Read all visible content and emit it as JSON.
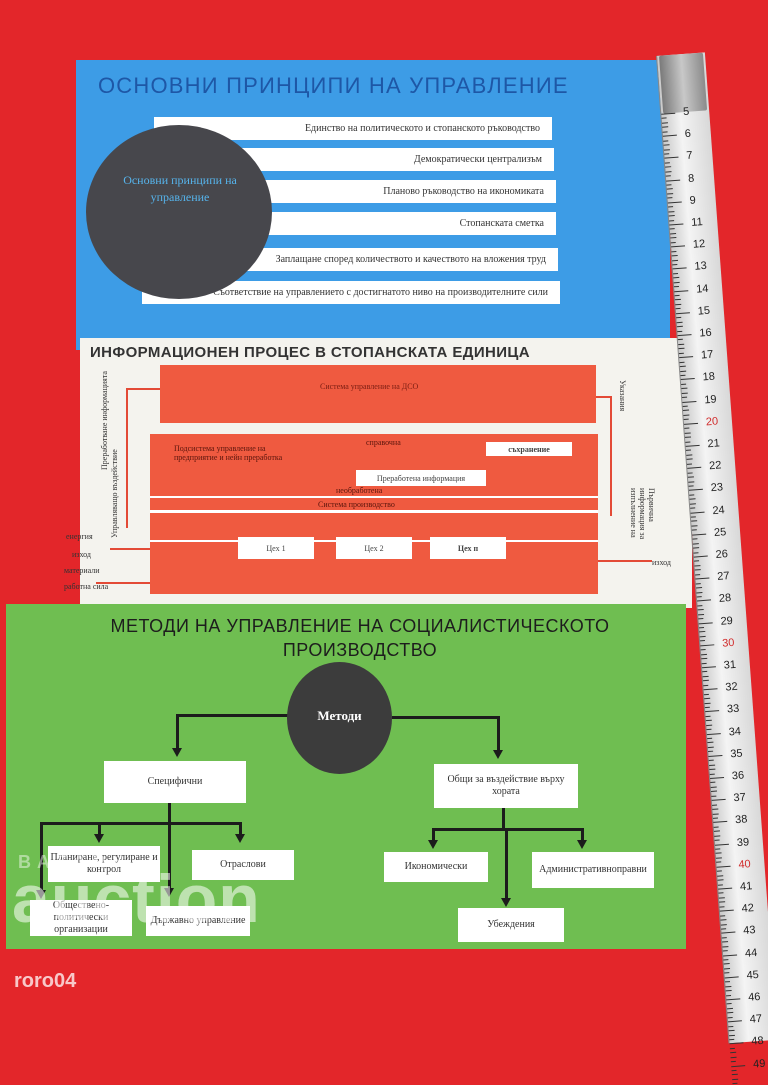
{
  "principles": {
    "title": "ОСНОВНИ ПРИНЦИПИ НА УПРАВЛЕНИЕ",
    "circle_label": "Основни принципи на управление",
    "items": [
      "Единство на политическото и стопанското ръководство",
      "Демократически централизъм",
      "Планово ръководство на икономиката",
      "Стопанската сметка",
      "Заплащане според количеството и качеството на вложения труд",
      "Съответствие на управлението с достигнатото ниво на производителните сили"
    ]
  },
  "information": {
    "title": "ИНФОРМАЦИОНЕН ПРОЦЕС В СТОПАНСКАТА ЕДИНИЦА",
    "dso_system": "Система управление на ДСО",
    "subsystem": "Подсистема управление на предприятие и нейн преработка",
    "reference": "справочна",
    "storage": "съхранение",
    "processed_info": "Преработена информация",
    "unprocessed": "необработена",
    "production_system": "Система производство",
    "left_vertical_1": "Преработване информацията",
    "left_vertical_2": "Управляващо въздействие",
    "right_vertical_1": "Указания",
    "right_vertical_2": "Първична информация за изпълнение на",
    "inputs": [
      "енергия",
      "изход",
      "материали",
      "работна сила"
    ],
    "output": "изход",
    "workshops": [
      "Цех 1",
      "Цех 2",
      "Цех п"
    ]
  },
  "methods": {
    "title": "МЕТОДИ НА УПРАВЛЕНИЕ  НА СОЦИАЛИСТИЧЕСКОТО ПРОИЗВОДСТВО",
    "circle_label": "Методи",
    "specific": "Специфични",
    "general": "Общи за въздействие върху хората",
    "specific_children": [
      "Планиране, регулиране и контрол",
      "Отраслови",
      "Обществено-политически организации",
      "Държавно управление"
    ],
    "general_children": [
      "Икономически",
      "Административноправни",
      "Убеждения"
    ]
  },
  "ruler": {
    "numbers": [
      "5",
      "6",
      "7",
      "8",
      "9",
      "11",
      "12",
      "13",
      "14",
      "15",
      "16",
      "17",
      "18",
      "19",
      "20",
      "21",
      "22",
      "23",
      "24",
      "25",
      "26",
      "27",
      "28",
      "29",
      "30",
      "31",
      "32",
      "33",
      "34",
      "35",
      "36",
      "37",
      "38",
      "39",
      "40",
      "41",
      "42",
      "43",
      "44",
      "45",
      "46",
      "47",
      "48",
      "49"
    ]
  },
  "watermark": {
    "site": "BAZAR",
    "brand": "auction",
    "user": "roro04"
  },
  "colors": {
    "background": "#e3262a",
    "blue": "#3d9ce6",
    "orange": "#ef5a40",
    "green": "#6fbe51",
    "dark": "#47474c"
  }
}
